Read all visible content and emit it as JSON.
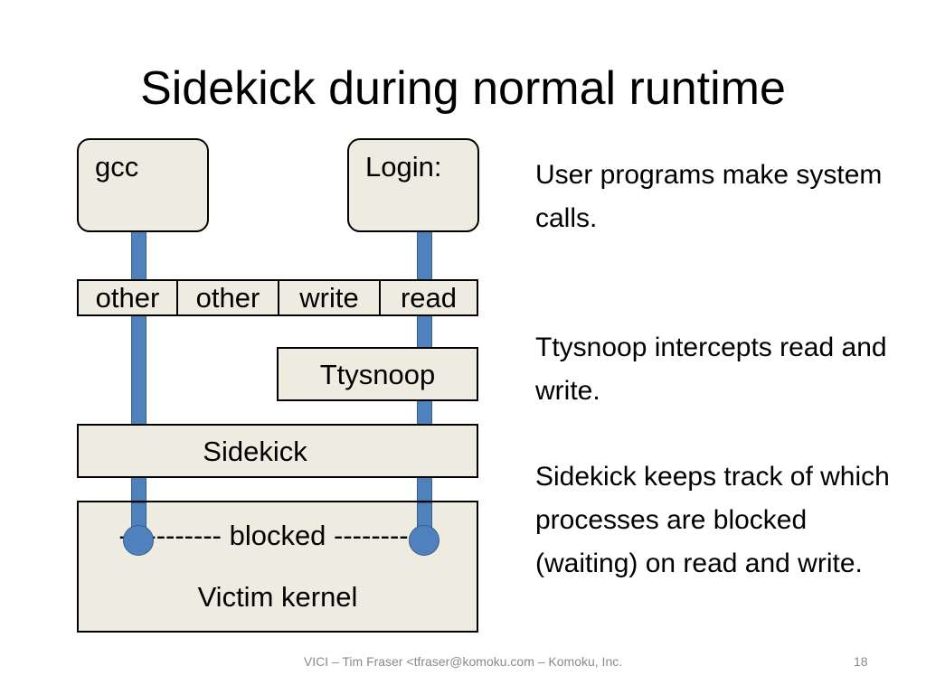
{
  "slide": {
    "title": "Sidekick during normal runtime",
    "footer": "VICI – Tim Fraser <tfraser@komoku.com – Komoku, Inc.",
    "page_number": "18"
  },
  "diagram": {
    "processes": {
      "left": "gcc",
      "right": "Login:"
    },
    "syscalls": [
      "other",
      "other",
      "write",
      "read"
    ],
    "ttysnoop": "Ttysnoop",
    "sidekick": "Sidekick",
    "kernel": {
      "status_line": "----------- blocked -----------",
      "label": "Victim kernel"
    },
    "colors": {
      "box_fill": "#eeece1",
      "pipe": "#4f81bd",
      "pipe_border": "#385d8a"
    }
  },
  "notes": [
    "User programs make system calls.",
    "Ttysnoop intercepts read and write.",
    "Sidekick keeps track of which processes are blocked (waiting) on read and write."
  ]
}
